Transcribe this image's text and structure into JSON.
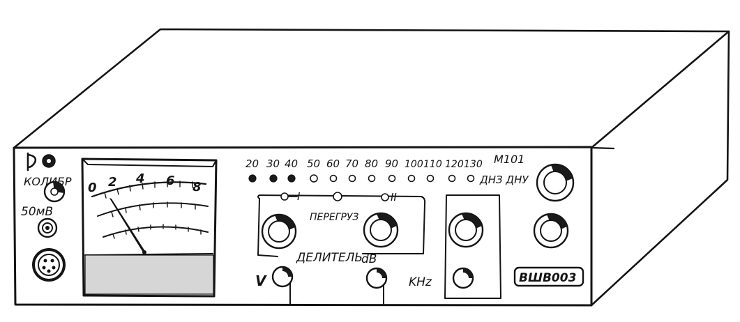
{
  "panel": {
    "power_label": "Р",
    "calibrate_label": "КОЛИБР",
    "mv_label": "50мВ",
    "model_label": "ВШВ003",
    "m101_label": "М101",
    "overload_label": "ПЕРЕГРУЗ",
    "divider_label": "ДЕЛИТЕЛЬ",
    "db_label": "dB",
    "v_label": "V",
    "khz_label": "KHz",
    "filter_labels": "ДНЗ ДНУ",
    "switch_mark_1": "I",
    "switch_mark_2": "II"
  },
  "meter": {
    "scale_labels": [
      "0",
      "2",
      "4",
      "6",
      "8"
    ],
    "needle_level": 0.0
  },
  "range_scale": {
    "values": [
      "20",
      "30",
      "40",
      "50",
      "60",
      "70",
      "80",
      "90",
      "100",
      "110",
      "120",
      "130"
    ]
  },
  "colors": {
    "ink": "#141414",
    "paper": "#ffffff"
  }
}
